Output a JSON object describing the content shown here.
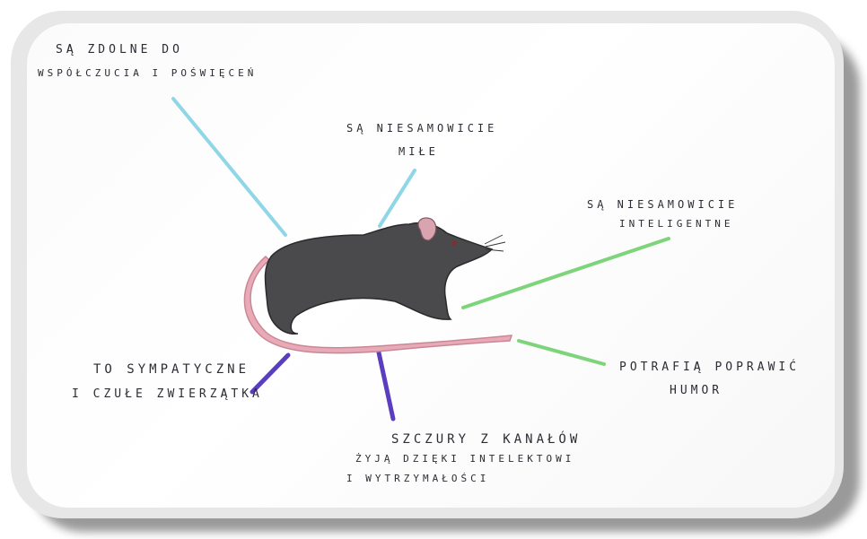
{
  "annotations": [
    {
      "id": "compassion",
      "lines": [
        "SĄ ZDOLNE DO",
        "WSPÓŁCZUCIA  I  POŚWIĘCEŃ"
      ],
      "line_color": "#8fd6e6"
    },
    {
      "id": "nice",
      "lines": [
        "SĄ  NIESAMOWICIE",
        "MIŁE"
      ],
      "line_color": "#8fd6e6"
    },
    {
      "id": "intelligent",
      "lines": [
        "SĄ  NIESAMOWICIE",
        "INTELIGENTNE"
      ],
      "line_color": "#7ed47b"
    },
    {
      "id": "humor",
      "lines": [
        "POTRAFIĄ POPRAWIĆ",
        "HUMOR"
      ],
      "line_color": "#7ed47b"
    },
    {
      "id": "sympathetic",
      "lines": [
        "TO SYMPATYCZNE",
        "I  CZUŁE  ZWIERZĄTKA"
      ],
      "line_color": "#5b3dbf"
    },
    {
      "id": "sewer",
      "lines": [
        "SZCZURY  Z  KANAŁÓW",
        "ŻYJĄ  DZIĘKI  INTELEKTOWI",
        "I  WYTRZYMAŁOŚCI"
      ],
      "line_color": "#5b3dbf"
    }
  ],
  "illustration": {
    "subject": "rat",
    "colors": {
      "body": "#4a4a4d",
      "tail": "#e9aab8",
      "ear": "#d9a4b0",
      "eye": "#8a2a2a"
    }
  }
}
